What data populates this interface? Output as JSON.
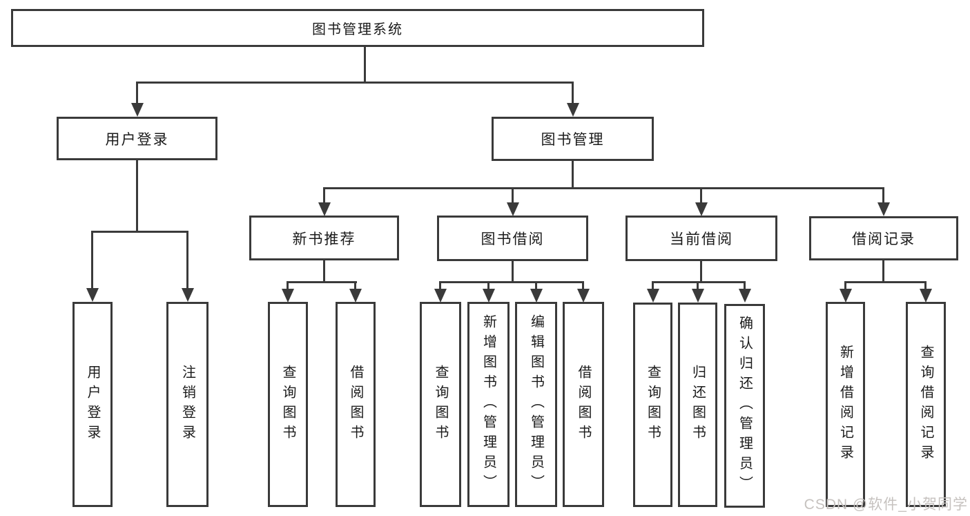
{
  "diagram": {
    "root_label": "图书管理系统",
    "level2": [
      {
        "label": "用户登录"
      },
      {
        "label": "图书管理"
      }
    ],
    "level3": [
      {
        "label": "新书推荐"
      },
      {
        "label": "图书借阅"
      },
      {
        "label": "当前借阅"
      },
      {
        "label": "借阅记录"
      }
    ],
    "leaves": {
      "user_login": [
        "用户登录",
        "注销登录"
      ],
      "new_book_recommend": [
        "查询图书",
        "借阅图书"
      ],
      "book_borrow": [
        "查询图书",
        "新增图书（管理员）",
        "编辑图书（管理员）",
        "借阅图书"
      ],
      "current_borrow": [
        "查询图书",
        "归还图书",
        "确认归还（管理员）"
      ],
      "borrow_records": [
        "新增借阅记录",
        "查询借阅记录"
      ]
    }
  },
  "watermark": "CSDN @软件_小贺同学",
  "colors": {
    "line": "#3a3a3a",
    "text": "#1b1b1b",
    "watermark": "#c6c2bf",
    "background": "#ffffff"
  }
}
